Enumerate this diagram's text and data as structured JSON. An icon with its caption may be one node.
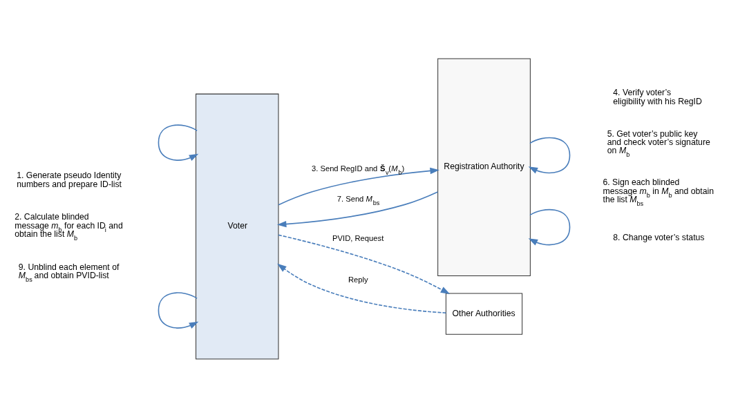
{
  "diagram": {
    "nodes": [
      {
        "text": [
          "Voter"
        ]
      },
      {
        "text": [
          "Registration Authority"
        ]
      },
      {
        "text": [
          "Other Authorities"
        ]
      }
    ],
    "edges": [
      {
        "from": 0,
        "to": 0,
        "arrow": "to"
      },
      {
        "from": 0,
        "to": 1,
        "arrow": "to",
        "label": "3. Send RegID and **Š**$_{v}$(*M*$_{b}$)"
      },
      {
        "from": 1,
        "to": 1,
        "arrow": "to"
      },
      {
        "from": 1,
        "to": 0,
        "arrow": "to",
        "label": "7. Send *M*$_{bs}$"
      },
      {
        "from": 1,
        "to": 1,
        "arrow": "to"
      },
      {
        "from": 0,
        "to": 0,
        "arrow": "to"
      },
      {
        "from": 0,
        "to": 2,
        "arrow": "to",
        "style": "dashed",
        "label": "PVID, Request"
      },
      {
        "from": 2,
        "to": 0,
        "arrow": "to",
        "style": "dashed",
        "label": "Reply"
      }
    ],
    "labels": [
      "1. Generate pseudo Identity numbers and prepare ID-list",
      "4. Verify voter’s eligibility with his RegID",
      "2. Calculate blinded message *m*$_{b}$ for each ID$_{i}$ and obtain the list *M*$_{b}$",
      "5. Get voter’s public key and check voter’s signature on *M*$_{b}$",
      "6. Sign each blinded message *m*$_{b}$ in *M*$_{b}$ and obtain the list *M*$_{bs}$",
      "8. Change voter’s status",
      "9. Unblind each element of *M*$_{bs}$ and obtain PVID-list"
    ]
  }
}
